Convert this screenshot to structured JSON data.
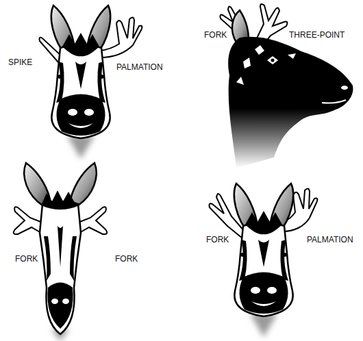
{
  "diagram": {
    "labels": [
      "SPIKE",
      "PALMATION",
      "FORK",
      "THREE-POINT",
      "FORK",
      "FORK",
      "FORK",
      "PALMATION"
    ]
  }
}
